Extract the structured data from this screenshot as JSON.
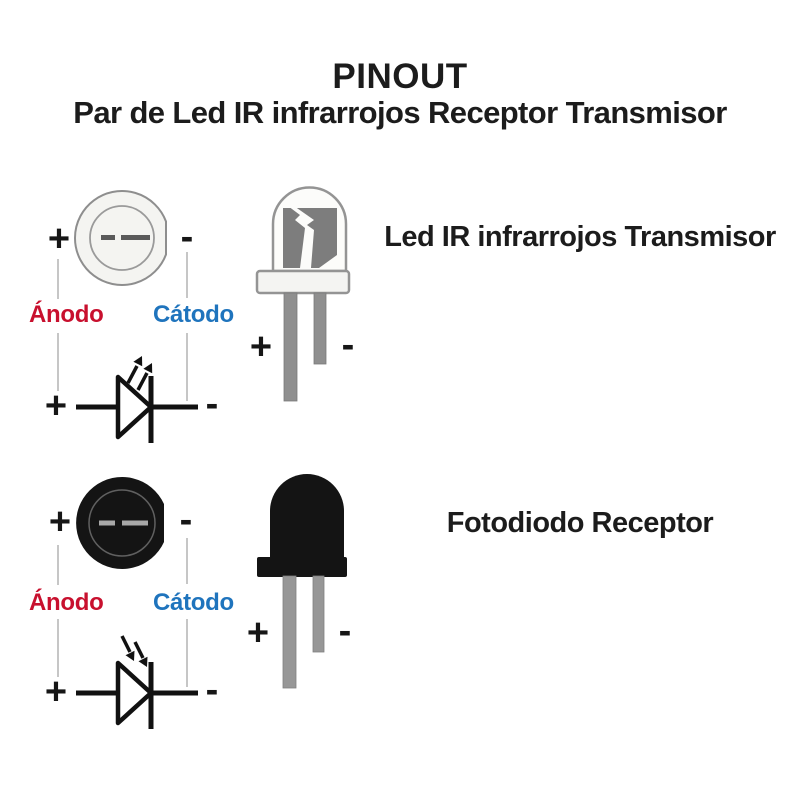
{
  "title": {
    "line1": "PINOUT",
    "line2": "Par de Led IR infrarrojos Receptor Transmisor"
  },
  "signs": {
    "plus": "+",
    "minus": "-"
  },
  "labels": {
    "anode": "Ánodo",
    "cathode": "Cátodo"
  },
  "transmitter": {
    "name": "Led IR infrarrojos Transmisor"
  },
  "receiver": {
    "name": "Fotodiodo Receptor"
  },
  "colors": {
    "anode": "#c8102e",
    "cathode": "#1f74bd",
    "text": "#1c1c1c",
    "led_body_light": "#f4f4f1",
    "led_body_dark": "#141414",
    "legs": "#8f8f8f",
    "connector_line": "#c6c6c6"
  }
}
